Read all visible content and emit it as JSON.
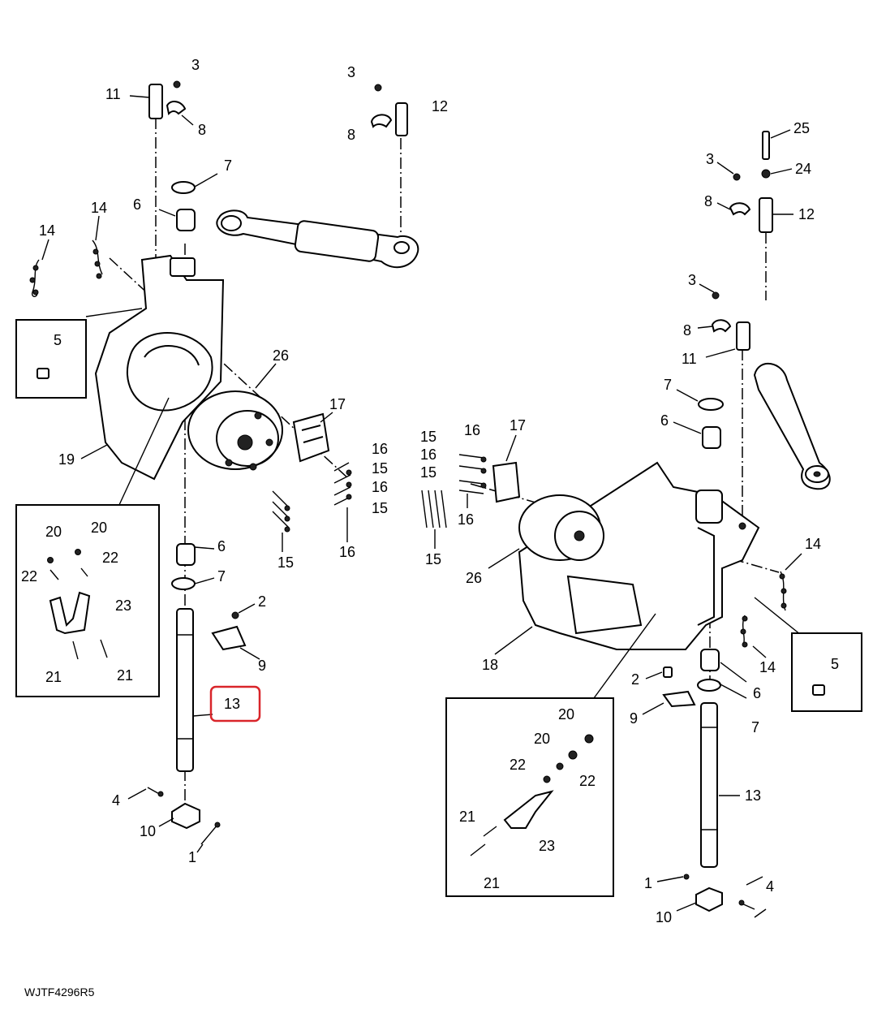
{
  "figure_id": "WJTF4296R5",
  "highlight_color": "#d9252a",
  "callouts": {
    "left": {
      "c3a": "3",
      "c11": "11",
      "c8a": "8",
      "c7a": "7",
      "c6a": "6",
      "c14a": "14",
      "c14b": "14",
      "c5": "5",
      "c26": "26",
      "c17": "17",
      "c19": "19",
      "c16a": "16",
      "c15a": "15",
      "c16b": "16",
      "c15b": "15",
      "c15c": "15",
      "c16c": "16",
      "c6b": "6",
      "c7b": "7",
      "c2": "2",
      "c9": "9",
      "c13": "13",
      "c4": "4",
      "c10": "10",
      "c1": "1",
      "inset": {
        "c20a": "20",
        "c20b": "20",
        "c22a": "22",
        "c22b": "22",
        "c23": "23",
        "c21a": "21",
        "c21b": "21"
      }
    },
    "top": {
      "c3": "3",
      "c8": "8",
      "c12": "12"
    },
    "right": {
      "c25": "25",
      "c3a": "3",
      "c24": "24",
      "c8a": "8",
      "c12": "12",
      "c3b": "3",
      "c8b": "8",
      "c11": "11",
      "c7a": "7",
      "c6a": "6",
      "c15a": "15",
      "c16a": "16",
      "c16b": "16",
      "c15b": "15",
      "c16c": "16",
      "c17": "17",
      "c15c": "15",
      "c26": "26",
      "c14a": "14",
      "c14b": "14",
      "c5": "5",
      "c18": "18",
      "c2": "2",
      "c9": "9",
      "c6b": "6",
      "c7b": "7",
      "c13": "13",
      "c1": "1",
      "c4": "4",
      "c10": "10",
      "inset": {
        "c20a": "20",
        "c20b": "20",
        "c22a": "22",
        "c22b": "22",
        "c21a": "21",
        "c23": "23",
        "c21b": "21"
      }
    }
  }
}
